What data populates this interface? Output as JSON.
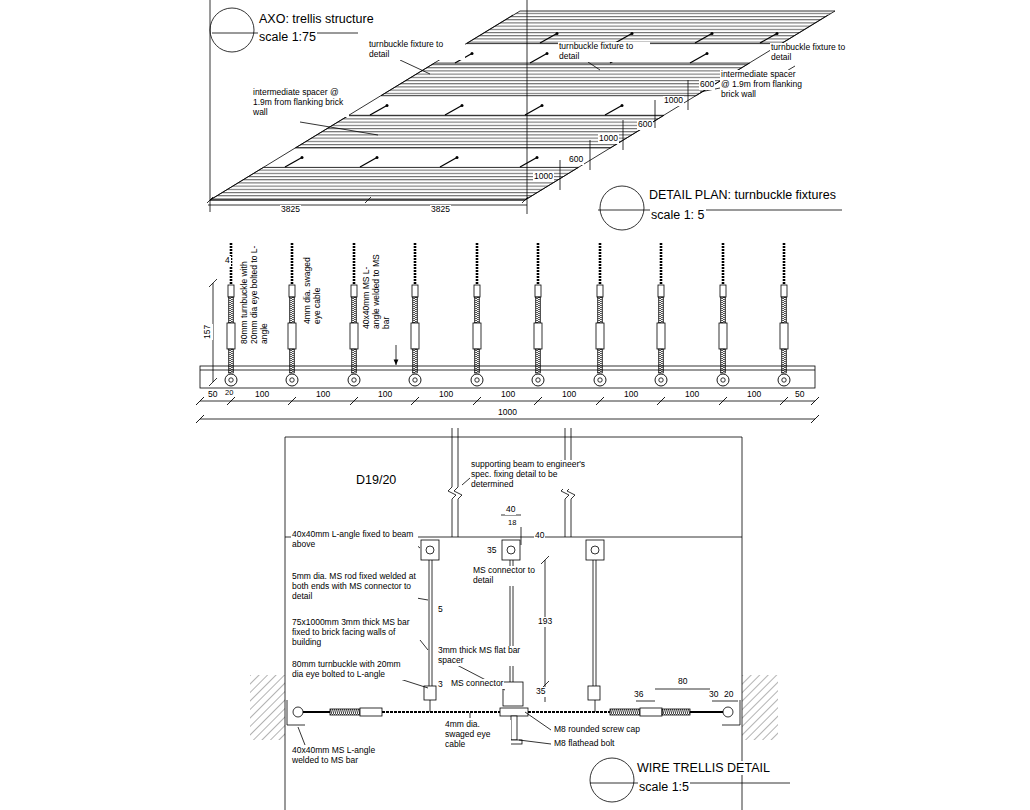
{
  "diagram": {
    "labels": [
      "AXO: trellis structure",
      "scale 1:75",
      "turnbuckle fixture to detail",
      "turnbuckle fixture to detail",
      "turnbuckle fixture to detail",
      "intermediate spacer @ 1.9m from flanking brick wall",
      "intermediate spacer @ 1.9m from flanking brick wall",
      "1000",
      "600",
      "600",
      "1000",
      "600",
      "1000",
      "3825",
      "3825",
      "DETAIL PLAN: turnbuckle fixtures",
      "scale 1: 5",
      "4",
      "157",
      "80mm turnbuckle with 20mm dia eye bolted to L-angle",
      "4mm dia. swaged eye cable",
      "40x40mm MS L-angle welded to MS bar",
      "20",
      "50",
      "100",
      "100",
      "100",
      "100",
      "100",
      "100",
      "100",
      "100",
      "100",
      "50",
      "1000",
      "D19/20",
      "supporting beam to engineer's spec. fixing detail to be determined",
      "40",
      "18",
      "40",
      "35",
      "193",
      "35",
      "40x40mm L-angle fixed to beam above",
      "MS connector to detail",
      "5mm dia. MS rod fixed welded at both ends with MS connector to detail",
      "5",
      "75x1000mm 3mm thick MS bar fixed to brick facing walls of building",
      "3mm thick MS flat bar spacer",
      "80mm turnbuckle with 20mm dia eye bolted to L-angle",
      "3",
      "MS connector",
      "36",
      "80",
      "30",
      "20",
      "4mm dia. swaged eye cable",
      "40x40mm MS L-angle welded to MS bar",
      "M8 rounded screw cap",
      "M8 flathead bolt",
      "WIRE TRELLIS DETAIL",
      "scale 1:5"
    ]
  }
}
